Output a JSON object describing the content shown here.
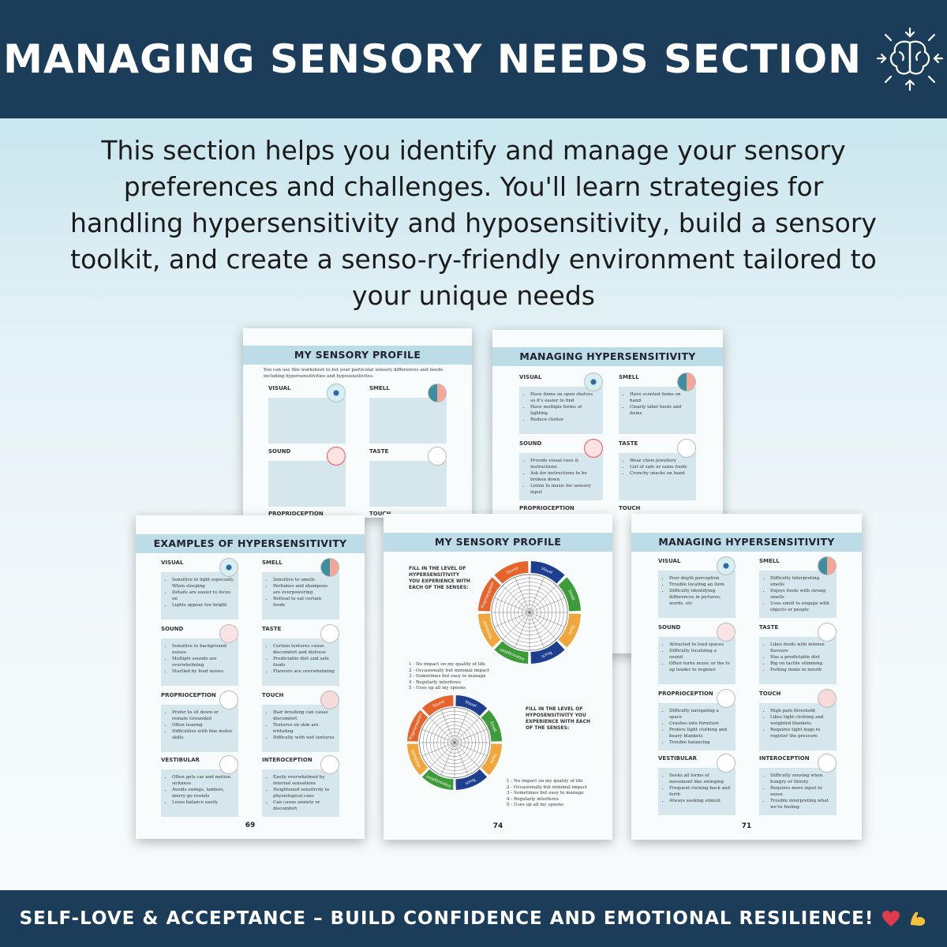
{
  "header": {
    "title": "MANAGING SENSORY NEEDS SECTION",
    "icon": "brain-icon"
  },
  "intro": "This section helps you identify and manage your sensory preferences and challenges. You'll learn strategies for handling hypersensitivity and hyposensitivity, build a sensory toolkit, and create a senso-ry-friendly environment tailored to your unique needs",
  "footer": {
    "text": "SELF-LOVE & ACCEPTANCE – BUILD CONFIDENCE AND EMOTIONAL RESILIENCE!",
    "icons": [
      "heart-icon",
      "muscle-icon"
    ]
  },
  "page_back_left": {
    "title": "MY SENSORY PROFILE",
    "desc": "You can use this worksheet to list your particular sensory differences and needs including hypersensitivities and hyposensitivites.",
    "labels": [
      "VISUAL",
      "SMELL",
      "SOUND",
      "TASTE",
      "PROPRIOCEPTION",
      "TOUCH"
    ]
  },
  "page_back_right": {
    "title": "MANAGING HYPERSENSITIVITY",
    "sections": [
      {
        "label": "VISUAL",
        "items": [
          "Have items on open shelves so it's easier to find",
          "Have multiple forms of lighting",
          "Reduce clutter"
        ]
      },
      {
        "label": "SMELL",
        "items": [
          "Have scented items on hand",
          "Clearly label foods and items"
        ]
      },
      {
        "label": "SOUND",
        "items": [
          "Provide visual cues & instructions",
          "Ask for instructions to be broken down",
          "Listen to music for sensory input"
        ]
      },
      {
        "label": "TASTE",
        "items": [
          "Wear chew jewellery",
          "List of safe or same foods",
          "Crunchy snacks on hand"
        ]
      }
    ],
    "bottom_labels": [
      "PROPRIOCEPTION",
      "TOUCH"
    ]
  },
  "page_left": {
    "title": "EXAMPLES OF HYPERSENSITIVITY",
    "page_number": "69",
    "sections": [
      {
        "label": "VISUAL",
        "items": [
          "Sensitive to light especially When sleeping",
          "Details are easier to focus on",
          "Lights appear too bright"
        ]
      },
      {
        "label": "SMELL",
        "items": [
          "Sensitive to smells",
          "Perfumes and shampoos are overpowering",
          "Refusal to eat certain foods"
        ]
      },
      {
        "label": "SOUND",
        "items": [
          "Sensitive to background noises",
          "Multiple sounds are overwhelming",
          "Startled by loud noises"
        ]
      },
      {
        "label": "TASTE",
        "items": [
          "Certain textures cause discomfort and distress",
          "Predictable diet and safe foods",
          "Flavours are overwhelming"
        ]
      },
      {
        "label": "PROPRIOCEPTION",
        "items": [
          "Prefer to sit down or remain Grounded",
          "Often leaning",
          "Difficulties with fine motor skills"
        ]
      },
      {
        "label": "TOUCH",
        "items": [
          "Hair brushing can cause discomfort",
          "Textures on skin are irritating",
          "Difficulty with wet textures"
        ]
      },
      {
        "label": "VESTIBULAR",
        "items": [
          "Often gets car and motion sickness",
          "Avoids swings, ladders, merry go rounds",
          "Loses balance easily"
        ]
      },
      {
        "label": "INTEROCEPTION",
        "items": [
          "Easily overwhelmed by internal sensations",
          "Heightened sensitivity to physiological cues",
          "Can cause anxiety or discomfort"
        ]
      }
    ]
  },
  "page_center": {
    "title": "MY SENSORY PROFILE",
    "page_number": "74",
    "hyper_label": "FILL IN THE LEVEL OF HYPERSENSITIVITY YOU EXPERIENCE WITH EACH OF THE SENSES:",
    "hypo_label": "FILL IN THE LEVEL OF HYPOSENSITIVITY YOU EXPERIENCE WITH EACH OF THE SENSES:",
    "scale": [
      "1 - No impact on my quality of life",
      "2 - Occasionally but minimal impact",
      "3 - Sometimes but easy to manage",
      "4 - Regularly interferes",
      "5 - Uses up all my spoons"
    ],
    "wheel_segments": [
      "Visual",
      "Smell",
      "Taste",
      "Touch",
      "Interoception",
      "Vestibular",
      "Proprioception",
      "Sound"
    ],
    "wheel_colors": [
      "#1e3f8f",
      "#3d9b3a",
      "#f0a63a",
      "#1e3f8f",
      "#3d9b3a",
      "#f0a63a",
      "#e8632b",
      "#e8632b"
    ]
  },
  "page_right": {
    "title": "MANAGING HYPERSENSITIVITY",
    "page_number": "71",
    "sections": [
      {
        "label": "VISUAL",
        "items": [
          "Poor depth perception",
          "Trouble locating an item",
          "Difficulty identifying differences in pictures, words, etc"
        ]
      },
      {
        "label": "SMELL",
        "items": [
          "Difficulty interpreting smells",
          "Enjoys foods with strong smells",
          "Uses smell to engage with objects or people"
        ]
      },
      {
        "label": "SOUND",
        "items": [
          "Attracted to loud spaces",
          "Difficulty localizing a sound",
          "Often turns music or the tv up louder to register"
        ]
      },
      {
        "label": "TASTE",
        "items": [
          "Likes foods with intense flavours",
          "Has a predictable diet",
          "Big on tactile stimming",
          "Putting items in mouth"
        ]
      },
      {
        "label": "PROPRIOCEPTION",
        "items": [
          "Difficulty navigating a space",
          "Crashes into furniture",
          "Prefers tight clothing and heavy blankets",
          "Trouble balancing"
        ]
      },
      {
        "label": "TOUCH",
        "items": [
          "High pain threshold",
          "Likes tight clothing and weighted blankets",
          "Requires tight hugs to register the pressure"
        ]
      },
      {
        "label": "VESTIBULAR",
        "items": [
          "Seeks all forms of movement like swinging",
          "Frequent rocking back and forth",
          "Always seeking stimuli"
        ]
      },
      {
        "label": "INTEROCEPTION",
        "items": [
          "Difficulty sensing when hungry or thirsty",
          "Requires more input to sense",
          "Trouble interpreting what we're feeling"
        ]
      }
    ]
  }
}
